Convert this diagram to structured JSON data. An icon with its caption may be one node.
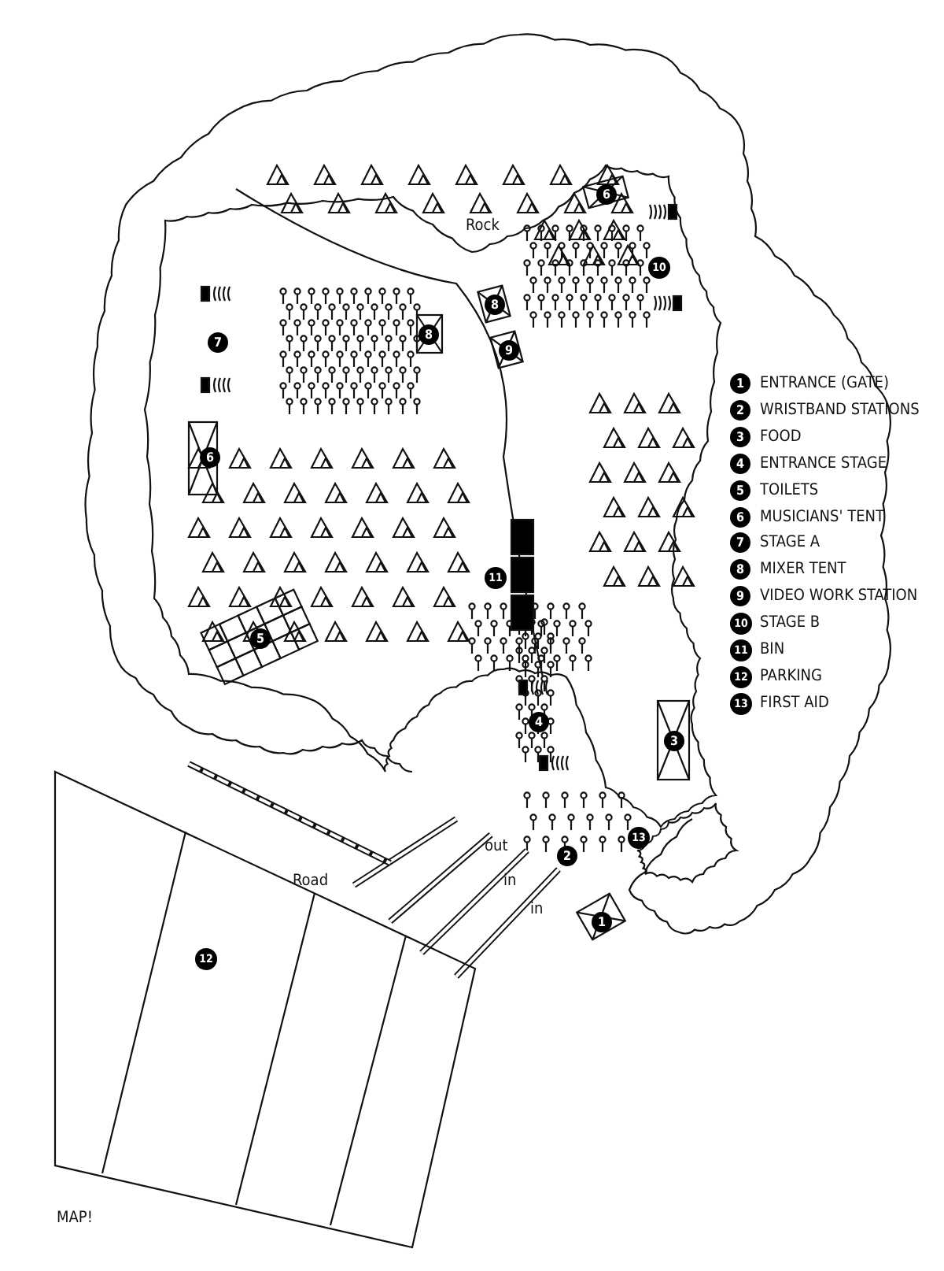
{
  "diagram": {
    "labels": [
      "Rock",
      "6",
      "10",
      "8",
      "8",
      "7",
      "9",
      "6",
      "11",
      "5",
      "4",
      "3",
      "13",
      "out",
      "2",
      "Road",
      "in",
      "in",
      "1",
      "12",
      "1",
      "2",
      "3",
      "4",
      "5",
      "6",
      "7",
      "8",
      "9",
      "10",
      "11",
      "12",
      "13",
      "MAP!"
    ],
    "legend": [
      {
        "text": "ENTRANCE (GATE)"
      },
      {
        "text": "WRISTBAND STATIONS"
      },
      {
        "text": "FOOD"
      },
      {
        "text": "ENTRANCE STAGE"
      },
      {
        "text": "TOILETS"
      },
      {
        "text": "MUSICIANS' TENT"
      },
      {
        "text": "STAGE A"
      },
      {
        "text": "MIXER TENT"
      },
      {
        "text": "VIDEO WORK STATION"
      },
      {
        "text": "STAGE B"
      },
      {
        "text": "BIN"
      },
      {
        "text": "PARKING"
      },
      {
        "text": "FIRST AID"
      }
    ]
  }
}
